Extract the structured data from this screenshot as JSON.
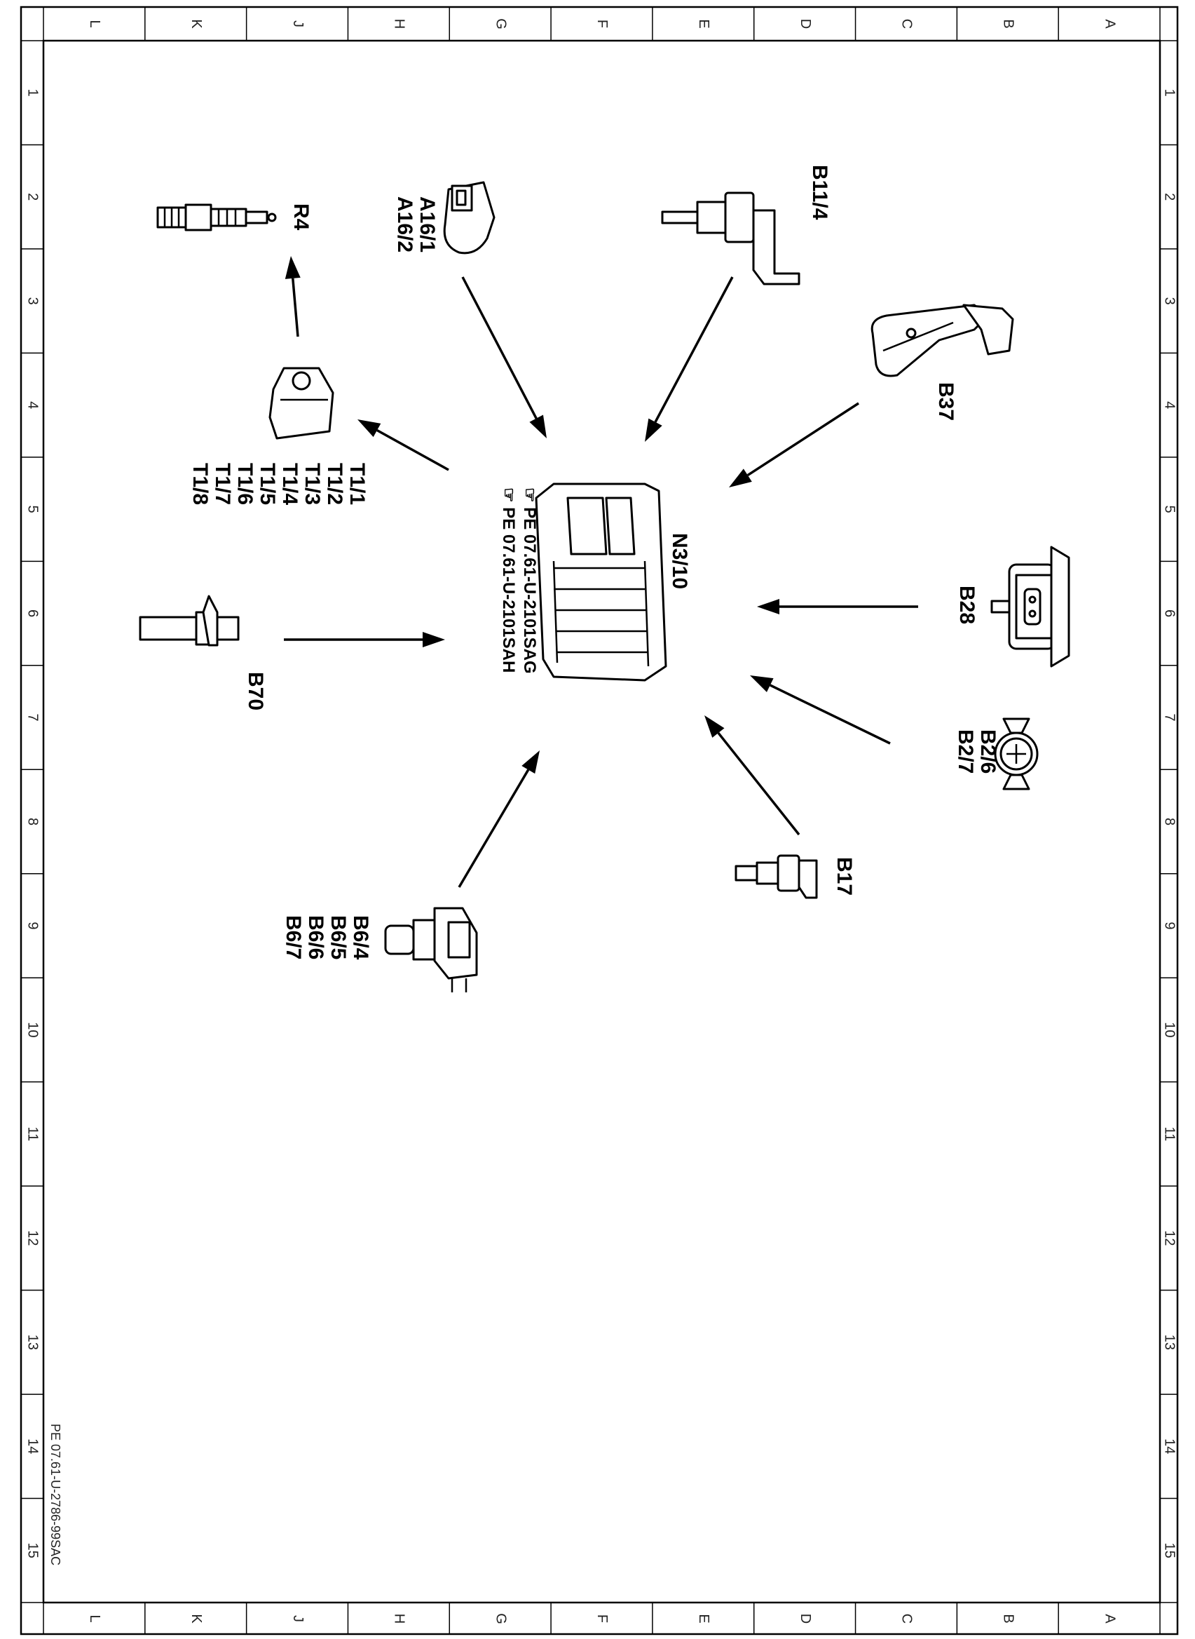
{
  "frame": {
    "col_letters": [
      "A",
      "B",
      "C",
      "D",
      "E",
      "F",
      "G",
      "H",
      "J",
      "K",
      "L"
    ],
    "row_numbers": [
      "1",
      "2",
      "3",
      "4",
      "5",
      "6",
      "7",
      "8",
      "9",
      "10",
      "11",
      "12",
      "13",
      "14",
      "15"
    ]
  },
  "footer_code": "PE 07.61-U-2786-99SAC",
  "center": {
    "id": "N3/10",
    "ref1": "☞ PE  07.61-U-2101SAG",
    "ref2": "☞ PE  07.61-U-2101SAH"
  },
  "components": [
    {
      "key": "b11_4",
      "lines": [
        "B11/4"
      ]
    },
    {
      "key": "a16",
      "lines": [
        "A16/1",
        "A16/2"
      ]
    },
    {
      "key": "r4",
      "lines": [
        "R4"
      ]
    },
    {
      "key": "b37",
      "lines": [
        "B37"
      ]
    },
    {
      "key": "t1",
      "lines": [
        "T1/1",
        "T1/2",
        "T1/3",
        "T1/4",
        "T1/5",
        "T1/6",
        "T1/7",
        "T1/8"
      ]
    },
    {
      "key": "b28",
      "lines": [
        "B28"
      ]
    },
    {
      "key": "b70",
      "lines": [
        "B70"
      ]
    },
    {
      "key": "b2",
      "lines": [
        "B2/6",
        "B2/7"
      ]
    },
    {
      "key": "b17",
      "lines": [
        "B17"
      ]
    },
    {
      "key": "b6",
      "lines": [
        "B6/4",
        "B6/5",
        "B6/6",
        "B6/7"
      ]
    }
  ]
}
